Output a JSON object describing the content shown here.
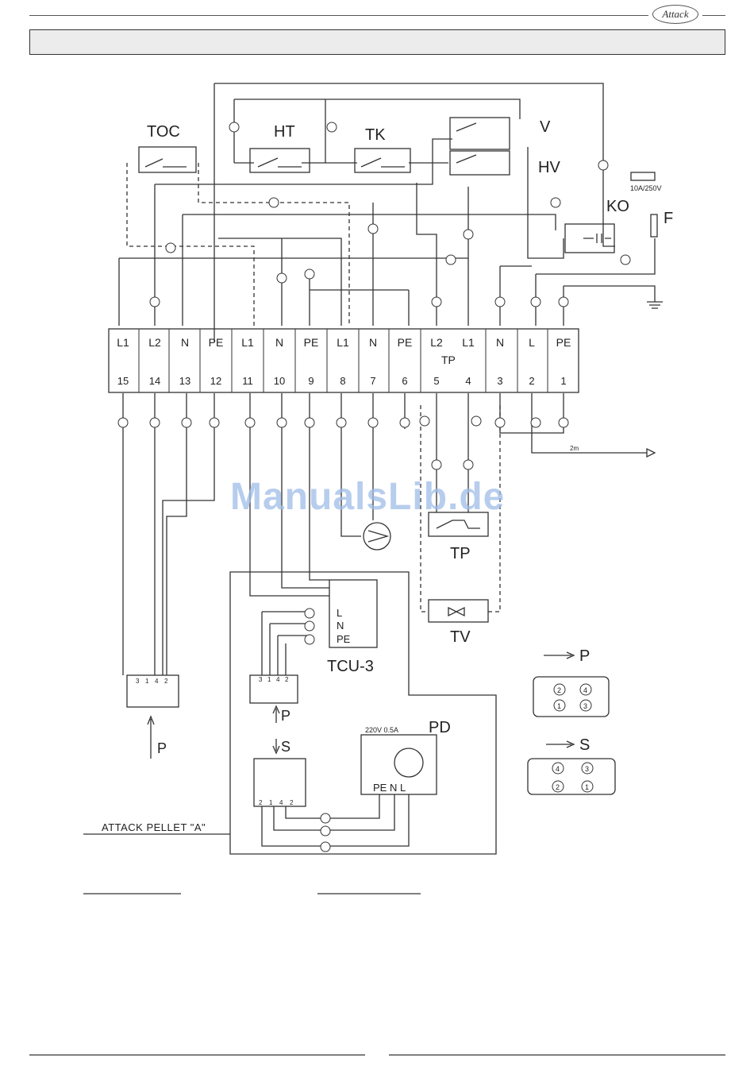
{
  "header": {
    "logo_text": "Attack",
    "title_bar": ""
  },
  "watermark": "ManualsLib.de",
  "components": {
    "toc": "TOC",
    "ht": "HT",
    "tk": "TK",
    "v": "V",
    "hv": "HV",
    "ko": "KO",
    "f": "F",
    "fuse_rating": "10A/250V",
    "tp_block": "TP",
    "tp": "TP",
    "tv": "TV",
    "tcu": "TCU-3",
    "pd": "PD",
    "pd_rating": "220V 0.5A",
    "cable": "2m",
    "p": "P",
    "s": "S"
  },
  "terminal_block": {
    "tops": [
      "L1",
      "L2",
      "N",
      "PE",
      "L1",
      "N",
      "PE",
      "L1",
      "N",
      "PE",
      "L2",
      "L1",
      "N",
      "L",
      "PE"
    ],
    "nums": [
      "15",
      "14",
      "13",
      "12",
      "11",
      "10",
      "9",
      "8",
      "7",
      "6",
      "5",
      "4",
      "3",
      "2",
      "1"
    ]
  },
  "tcu_terminals": [
    "L",
    "N",
    "PE"
  ],
  "pd_terminals": "PE N L",
  "connector_pins": {
    "plug_left": [
      "3",
      "1",
      "4",
      "2"
    ],
    "plug_mid": [
      "3",
      "1",
      "4",
      "2"
    ],
    "socket_s": [
      "2",
      "1",
      "4",
      "2"
    ],
    "legend_p": [
      "2",
      "4",
      "1",
      "3"
    ],
    "legend_s": [
      "4",
      "3",
      "2",
      "1"
    ]
  },
  "arrows": {
    "p_left": "P",
    "p_mid": "P",
    "s_mid": "S",
    "p_legend": "P",
    "s_legend": "S"
  },
  "annotation": "ATTACK PELLET \"A\""
}
